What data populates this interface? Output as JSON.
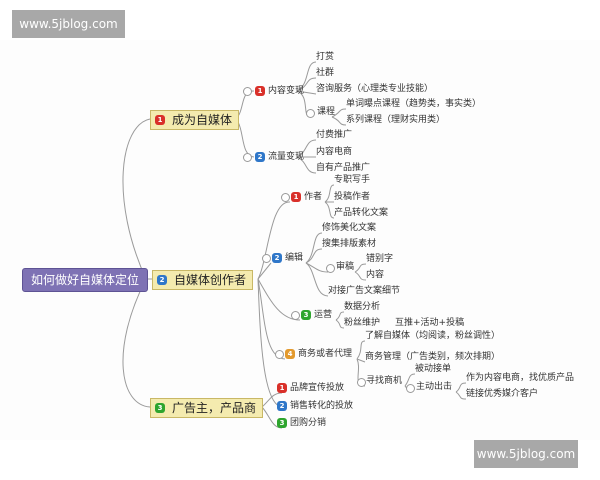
{
  "watermark": {
    "top": "www.5jblog.com",
    "bottom": "www.5jblog.com"
  },
  "root": "如何做好自媒体定位",
  "branches": [
    {
      "badge": "1",
      "label": "成为自媒体",
      "children": [
        {
          "badge": "1",
          "label": "内容变现",
          "children": [
            "打赏",
            "社群",
            "咨询服务（心理类专业技能）",
            "课程"
          ],
          "course_children": [
            "单词曝点课程（趋势类，事实类）",
            "系列课程（理财实用类）"
          ]
        },
        {
          "badge": "2",
          "label": "流量变现",
          "children": [
            "付费推广",
            "内容电商",
            "自有产品推广"
          ]
        }
      ]
    },
    {
      "badge": "2",
      "label": "自媒体创作者",
      "children": [
        {
          "badge": "1",
          "label": "作者",
          "children": [
            "专职写手",
            "投稿作者",
            "产品转化文案"
          ]
        },
        {
          "badge": "2",
          "label": "编辑",
          "children": [
            "修饰美化文案",
            "搜集排版素材",
            "审稿",
            "对接广告文案细节"
          ],
          "review_children": [
            "错别字",
            "内容"
          ]
        },
        {
          "badge": "3",
          "label": "运营",
          "children": [
            "数据分析",
            "粉丝维护"
          ],
          "fans_child": "互推+活动+投稿"
        },
        {
          "badge": "4",
          "label": "商务或者代理",
          "children": [
            "了解自媒体（均阅读，粉丝调性）",
            "商务管理（广告类别，频次排期）",
            "寻找商机"
          ],
          "opportunity_children": [
            "被动接单",
            "主动出击"
          ],
          "active_children": [
            "作为内容电商，找优质产品",
            "链接优秀媒介客户"
          ]
        }
      ]
    },
    {
      "badge": "3",
      "label": "广告主，产品商",
      "children": [
        {
          "badge": "1",
          "label": "品牌宣传投放"
        },
        {
          "badge": "2",
          "label": "销售转化的投放"
        },
        {
          "badge": "3",
          "label": "团购分销"
        }
      ]
    }
  ]
}
